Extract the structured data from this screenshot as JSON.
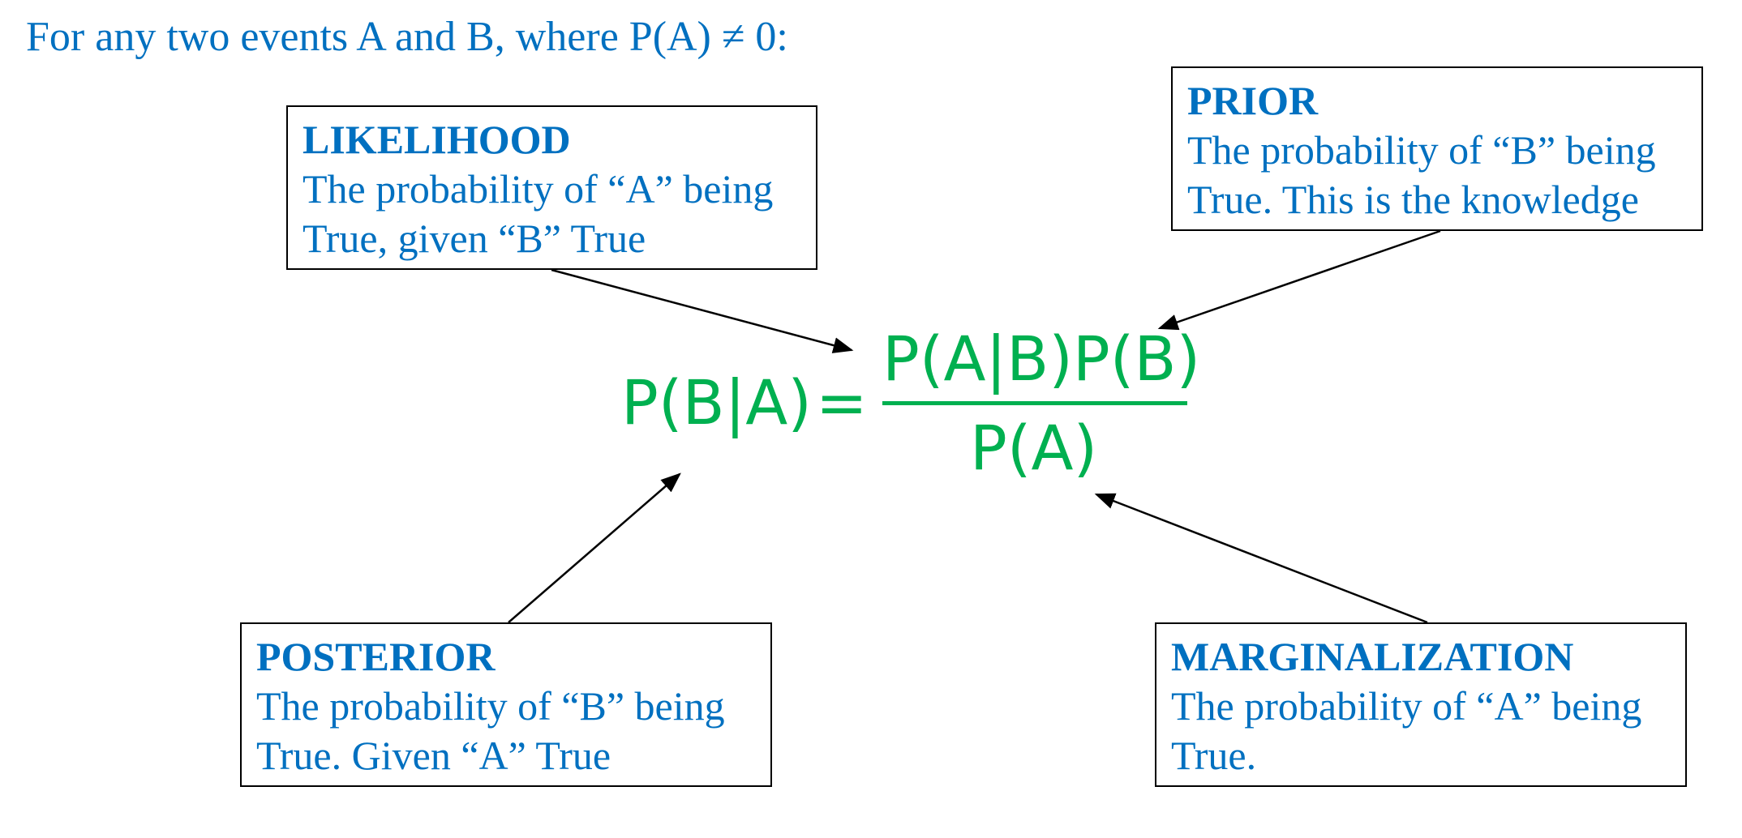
{
  "intro": "For any two events A and B, where P(A) ≠ 0:",
  "formula": {
    "lhs": "P(B|A)",
    "equals": "=",
    "numerator": "P(A|B)P(B)",
    "denominator": "P(A)",
    "color": "#00b050"
  },
  "boxes": {
    "likelihood": {
      "title": "LIKELIHOOD",
      "lines": [
        "The probability of “A” being",
        "True, given “B” True"
      ]
    },
    "prior": {
      "title": "PRIOR",
      "lines": [
        "The probability of “B” being",
        "True. This is the knowledge"
      ]
    },
    "posterior": {
      "title": "POSTERIOR",
      "lines": [
        "The probability of “B” being",
        "True. Given “A” True"
      ]
    },
    "marginalization": {
      "title": "MARGINALIZATION",
      "lines": [
        "The probability of “A” being",
        "True."
      ]
    }
  },
  "colors": {
    "text": "#0070c0",
    "border": "#000000"
  }
}
